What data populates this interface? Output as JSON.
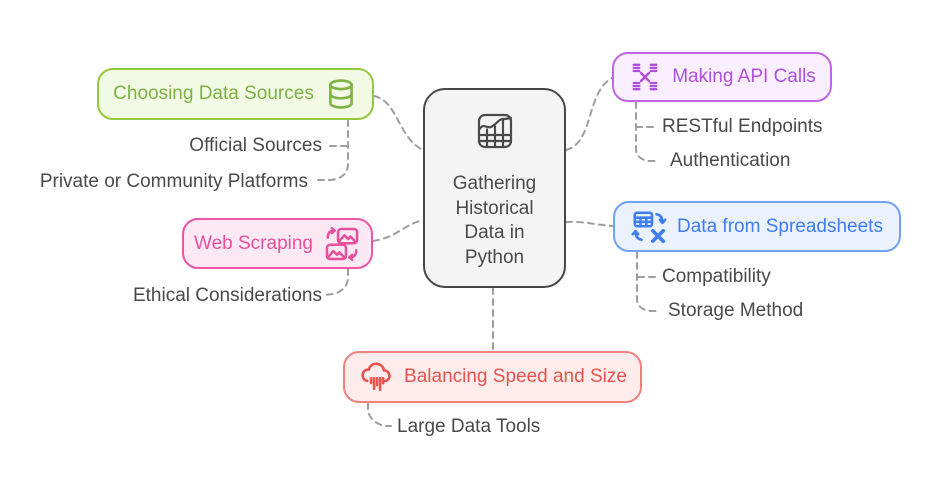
{
  "diagram": {
    "center": {
      "label": "Gathering Historical Data in Python",
      "icon": "table-chart-icon",
      "colors": {
        "text": "#4a4a4a",
        "border": "#474747",
        "background": "#f4f4f4"
      }
    },
    "branches": [
      {
        "label": "Choosing Data Sources",
        "icon": "database-icon",
        "colors": {
          "text": "#7cb342",
          "border": "#94c83d",
          "background": "#f2f9e4"
        },
        "children": [
          "Official Sources",
          "Private or Community Platforms"
        ]
      },
      {
        "label": "Web Scraping",
        "icon": "image-swap-icon",
        "colors": {
          "text": "#e8509e",
          "border": "#ed55a5",
          "background": "#fce9f4"
        },
        "children": [
          "Ethical Considerations"
        ]
      },
      {
        "label": "Making API Calls",
        "icon": "data-exchange-icon",
        "colors": {
          "text": "#b14fdd",
          "border": "#c165e6",
          "background": "#f9effe"
        },
        "children": [
          "RESTful Endpoints",
          "Authentication"
        ]
      },
      {
        "label": "Data from Spreadsheets",
        "icon": "spreadsheet-convert-icon",
        "colors": {
          "text": "#3f7ef2",
          "border": "#6fa3f7",
          "background": "#ebf2fe"
        },
        "children": [
          "Compatibility",
          "Storage Method"
        ]
      },
      {
        "label": "Balancing Speed and Size",
        "icon": "cloud-data-icon",
        "colors": {
          "text": "#e8544d",
          "border": "#ef827c",
          "background": "#fdeceb"
        },
        "children": [
          "Large Data Tools"
        ]
      }
    ],
    "connector_color": "#9e9e9e"
  }
}
